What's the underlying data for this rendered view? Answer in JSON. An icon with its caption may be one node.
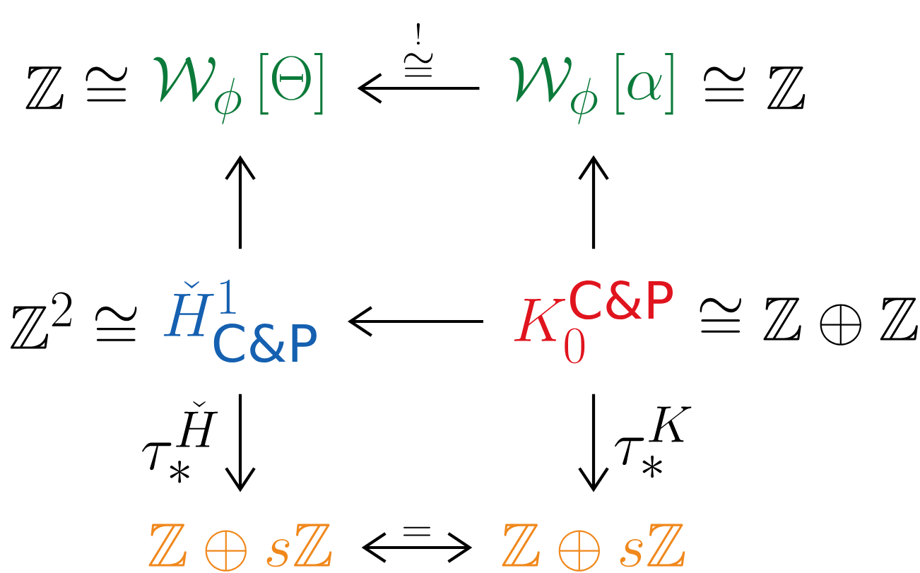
{
  "diagram": {
    "nodes": [
      {
        "text": [
          "\\mathcal{W}_{\\phi}\\,[\\Theta]"
        ],
        "beside": [
          "\\mathbb{Z} \\cong"
        ]
      },
      {
        "text": [
          "\\mathcal{W}_{\\phi}\\,[\\alpha]"
        ],
        "beside": [
          "\\cong \\mathbb{Z}"
        ]
      },
      {
        "text": [
          "\\check{H}^{1}_{\\mathrm{C\\&P}}"
        ],
        "beside": [
          "\\mathbb{Z}^{2} \\cong"
        ]
      },
      {
        "text": [
          "K_{0}^{\\mathrm{C\\&P}}"
        ],
        "beside": [
          "\\cong \\mathbb{Z} \\oplus \\mathbb{Z}"
        ]
      },
      {
        "text": [
          "\\mathbb{Z} \\oplus s\\mathbb{Z}"
        ]
      },
      {
        "text": [
          "\\mathbb{Z} \\oplus s\\mathbb{Z}"
        ]
      }
    ],
    "edges": [
      {
        "from": 1,
        "to": 0,
        "arrow": "to",
        "label": "\\overset{!}{\\cong}"
      },
      {
        "from": 2,
        "to": 0,
        "arrow": "to"
      },
      {
        "from": 3,
        "to": 1,
        "arrow": "to"
      },
      {
        "from": 3,
        "to": 2,
        "arrow": "to"
      },
      {
        "from": 2,
        "to": 4,
        "arrow": "to",
        "label": "\\tau_{*}^{\\check{H}}"
      },
      {
        "from": 3,
        "to": 5,
        "arrow": "to",
        "label": "\\tau_{*}^{K}"
      },
      {
        "from": 4,
        "to": 5,
        "arrow": "both",
        "label": "="
      }
    ]
  }
}
